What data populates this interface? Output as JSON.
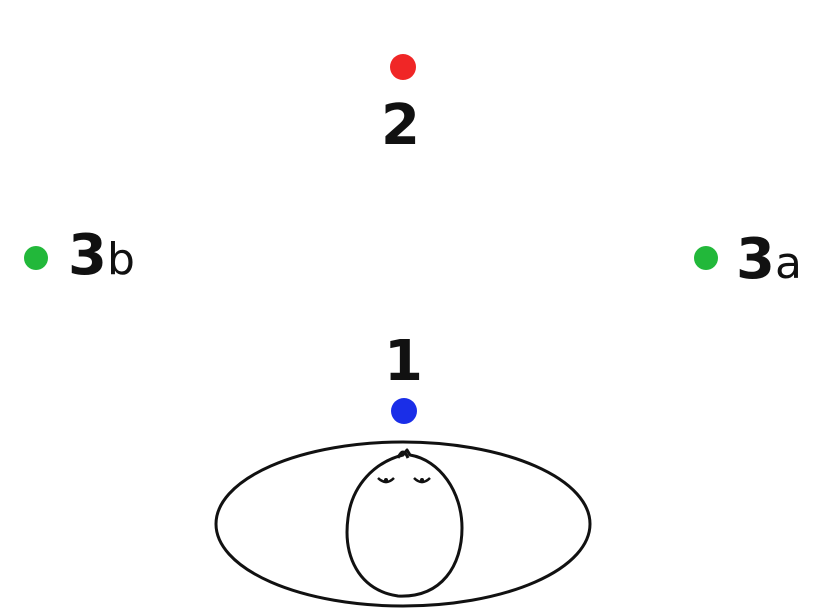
{
  "points": [
    {
      "id": "1",
      "label": "1",
      "suffix": "",
      "color": "#1a2ee8"
    },
    {
      "id": "2",
      "label": "2",
      "suffix": "",
      "color": "#f02626"
    },
    {
      "id": "3a",
      "label": "3",
      "suffix": "a",
      "color": "#22b83a"
    },
    {
      "id": "3b",
      "label": "3",
      "suffix": "b",
      "color": "#22b83a"
    }
  ],
  "figure": {
    "icon": "listener-head-top-view-icon"
  }
}
